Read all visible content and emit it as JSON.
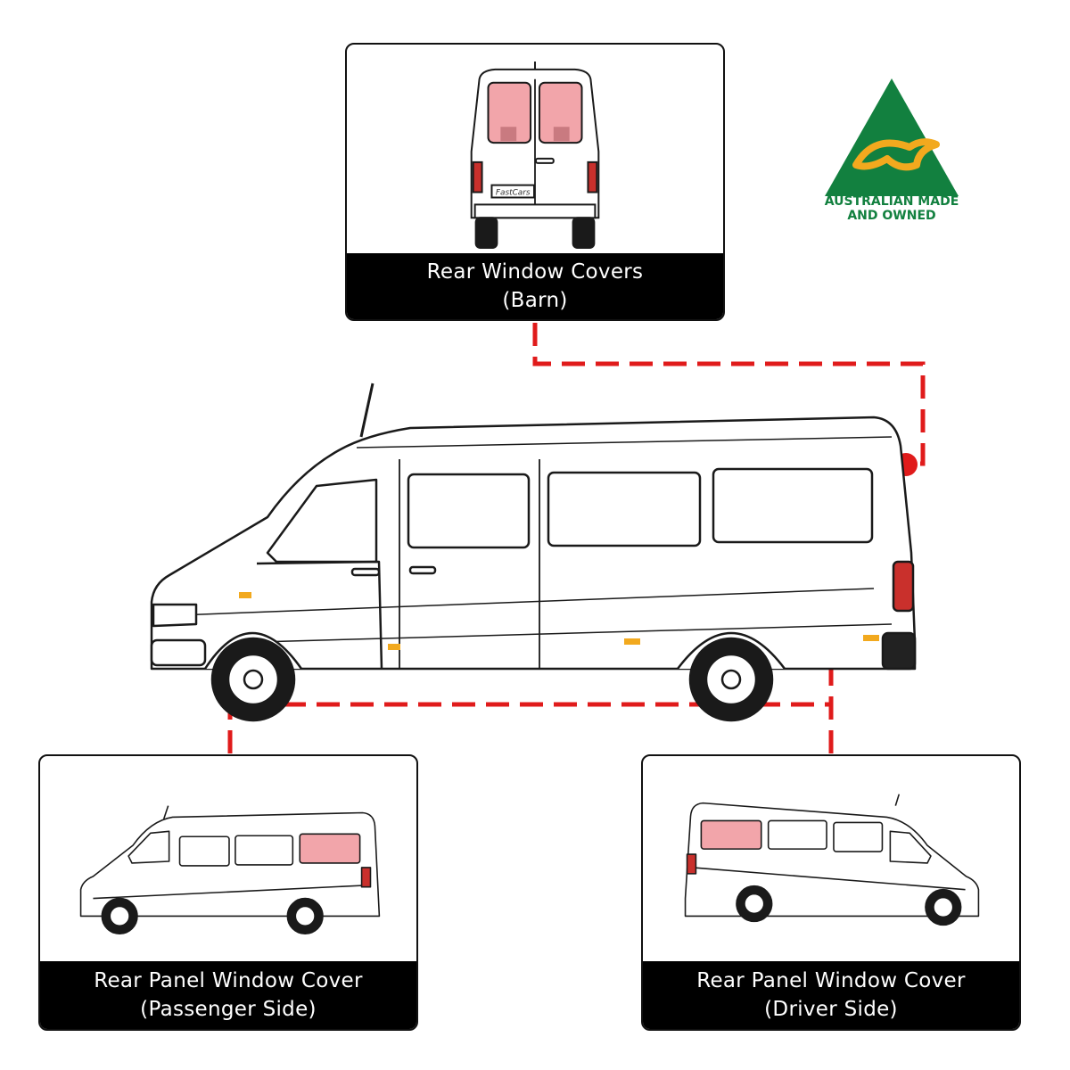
{
  "cards": {
    "barn": {
      "line1": "Rear Window Covers",
      "line2": "(Barn)"
    },
    "passenger": {
      "line1": "Rear Panel Window Cover",
      "line2": "(Passenger Side)"
    },
    "driver": {
      "line1": "Rear Panel Window Cover",
      "line2": "(Driver Side)"
    }
  },
  "logo": {
    "line1": "AUSTRALIAN MADE",
    "line2": "AND OWNED"
  },
  "rear_van": {
    "plate_text": "FastCars"
  },
  "colors": {
    "connector": "#e01b1b",
    "window_highlight": "#f2a5aa",
    "logo_green": "#12803f",
    "logo_gold": "#f2a91e",
    "caption_bg": "#000000"
  }
}
